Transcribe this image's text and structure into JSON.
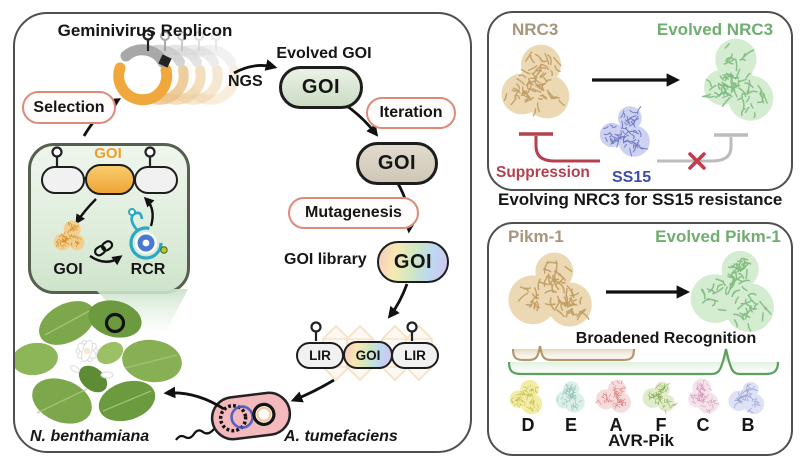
{
  "colors": {
    "panel_border": "#4f4f4f",
    "pill_red_border": "#de8a79",
    "tan_label": "#a8957a",
    "green_label": "#6fae6f",
    "ss15_blue": "#3d4caa",
    "suppression_red": "#b63f4e",
    "goi_orange": "#ee9f28",
    "gray_line": "#bcbcbc"
  },
  "left_panel": {
    "title": "Geminivirus Replicon",
    "selection": "Selection",
    "ngs": "NGS",
    "evolved_goi": "Evolved GOI",
    "goi1": "GOI",
    "iteration": "Iteration",
    "goi2": "GOI",
    "mutagenesis": "Mutagenesis",
    "goi_library": "GOI library",
    "goi3": "GOI",
    "lir_left": "LIR",
    "construct_goi": "GOI",
    "lir_right": "LIR",
    "box_goi_title": "GOI",
    "box_goi": "GOI",
    "box_rcr": "RCR",
    "plant": "N. benthamiana",
    "bacterium": "A. tumefaciens"
  },
  "right_top": {
    "left_label": "NRC3",
    "right_label": "Evolved NRC3",
    "suppression": "Suppression",
    "ss15": "SS15",
    "caption": "Evolving NRC3 for SS15 resistance"
  },
  "right_bottom": {
    "left_label": "Pikm-1",
    "right_label": "Evolved Pikm-1",
    "recognition": "Broadened Recognition",
    "avr": [
      "D",
      "E",
      "A",
      "F",
      "C",
      "B"
    ],
    "avr_group": "AVR-Pik"
  },
  "proteins": {
    "tan": {
      "fill": "#ecd9b4",
      "stroke": "#c09c62"
    },
    "green": {
      "fill": "#d4ecd0",
      "stroke": "#7fbb7f"
    },
    "blue": {
      "fill": "#ccd2f0",
      "stroke": "#6b74c4"
    },
    "orange": {
      "fill": "#f2cf8e",
      "stroke": "#cd8826"
    },
    "avr_d": {
      "fill": "#f2eda6",
      "stroke": "#c9ba45"
    },
    "avr_e": {
      "fill": "#dcefe9",
      "stroke": "#8fc2b5"
    },
    "avr_a": {
      "fill": "#f6dcdc",
      "stroke": "#d87e7e"
    },
    "avr_f": {
      "fill": "#e1ecca",
      "stroke": "#87a855"
    },
    "avr_c": {
      "fill": "#f5e2eb",
      "stroke": "#d391b5"
    },
    "avr_b": {
      "fill": "#dfe2f4",
      "stroke": "#939dd4"
    }
  }
}
